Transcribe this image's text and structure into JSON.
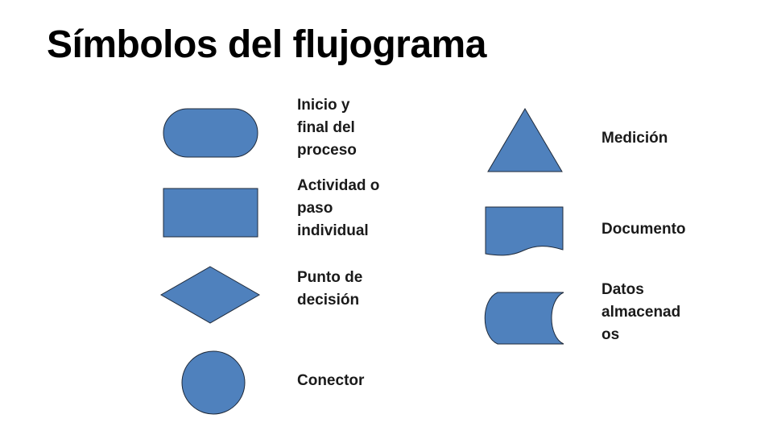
{
  "title": "Símbolos del flujograma",
  "colors": {
    "shape_fill": "#4f81bd",
    "shape_stroke": "#1f2a3a",
    "background": "#ffffff"
  },
  "symbols": [
    {
      "shape": "terminator",
      "label": "Inicio y\nfinal del\nproceso"
    },
    {
      "shape": "process",
      "label": "Actividad o\npaso\nindividual"
    },
    {
      "shape": "decision",
      "label": "Punto de\ndecisión"
    },
    {
      "shape": "connector",
      "label": "Conector"
    },
    {
      "shape": "triangle",
      "label": "Medición"
    },
    {
      "shape": "document",
      "label": "Documento"
    },
    {
      "shape": "stored-data",
      "label": "Datos\nalmacenad\nos"
    }
  ]
}
